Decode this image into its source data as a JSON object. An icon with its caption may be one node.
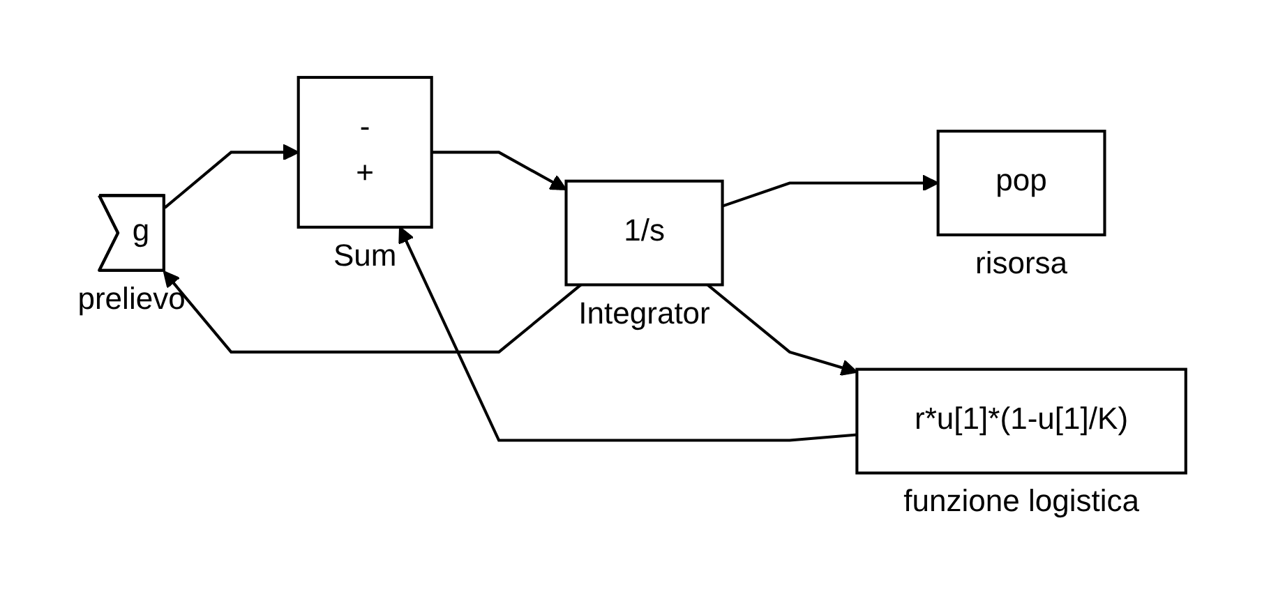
{
  "diagram": {
    "nodes": [
      {
        "text": [
          "g"
        ],
        "beside": [
          "prelievo"
        ]
      },
      {
        "text": [
          "-",
          "+"
        ],
        "beside": [
          "Sum"
        ]
      },
      {
        "text": [
          "1/s"
        ],
        "beside": [
          "Integrator"
        ]
      },
      {
        "text": [
          "pop"
        ],
        "beside": [
          "risorsa"
        ]
      },
      {
        "text": [
          "r*u[1]*(1-u[1]/K)"
        ],
        "beside": [
          "funzione logistica"
        ]
      }
    ],
    "edges": [
      {
        "from": 2,
        "to": 0,
        "arrow": "to"
      },
      {
        "from": 0,
        "to": 1,
        "arrow": "to"
      },
      {
        "from": 1,
        "to": 2,
        "arrow": "to"
      },
      {
        "from": 2,
        "to": 3,
        "arrow": "to"
      },
      {
        "from": 2,
        "to": 4,
        "arrow": "to"
      },
      {
        "from": 4,
        "to": 1,
        "arrow": "to"
      }
    ]
  }
}
